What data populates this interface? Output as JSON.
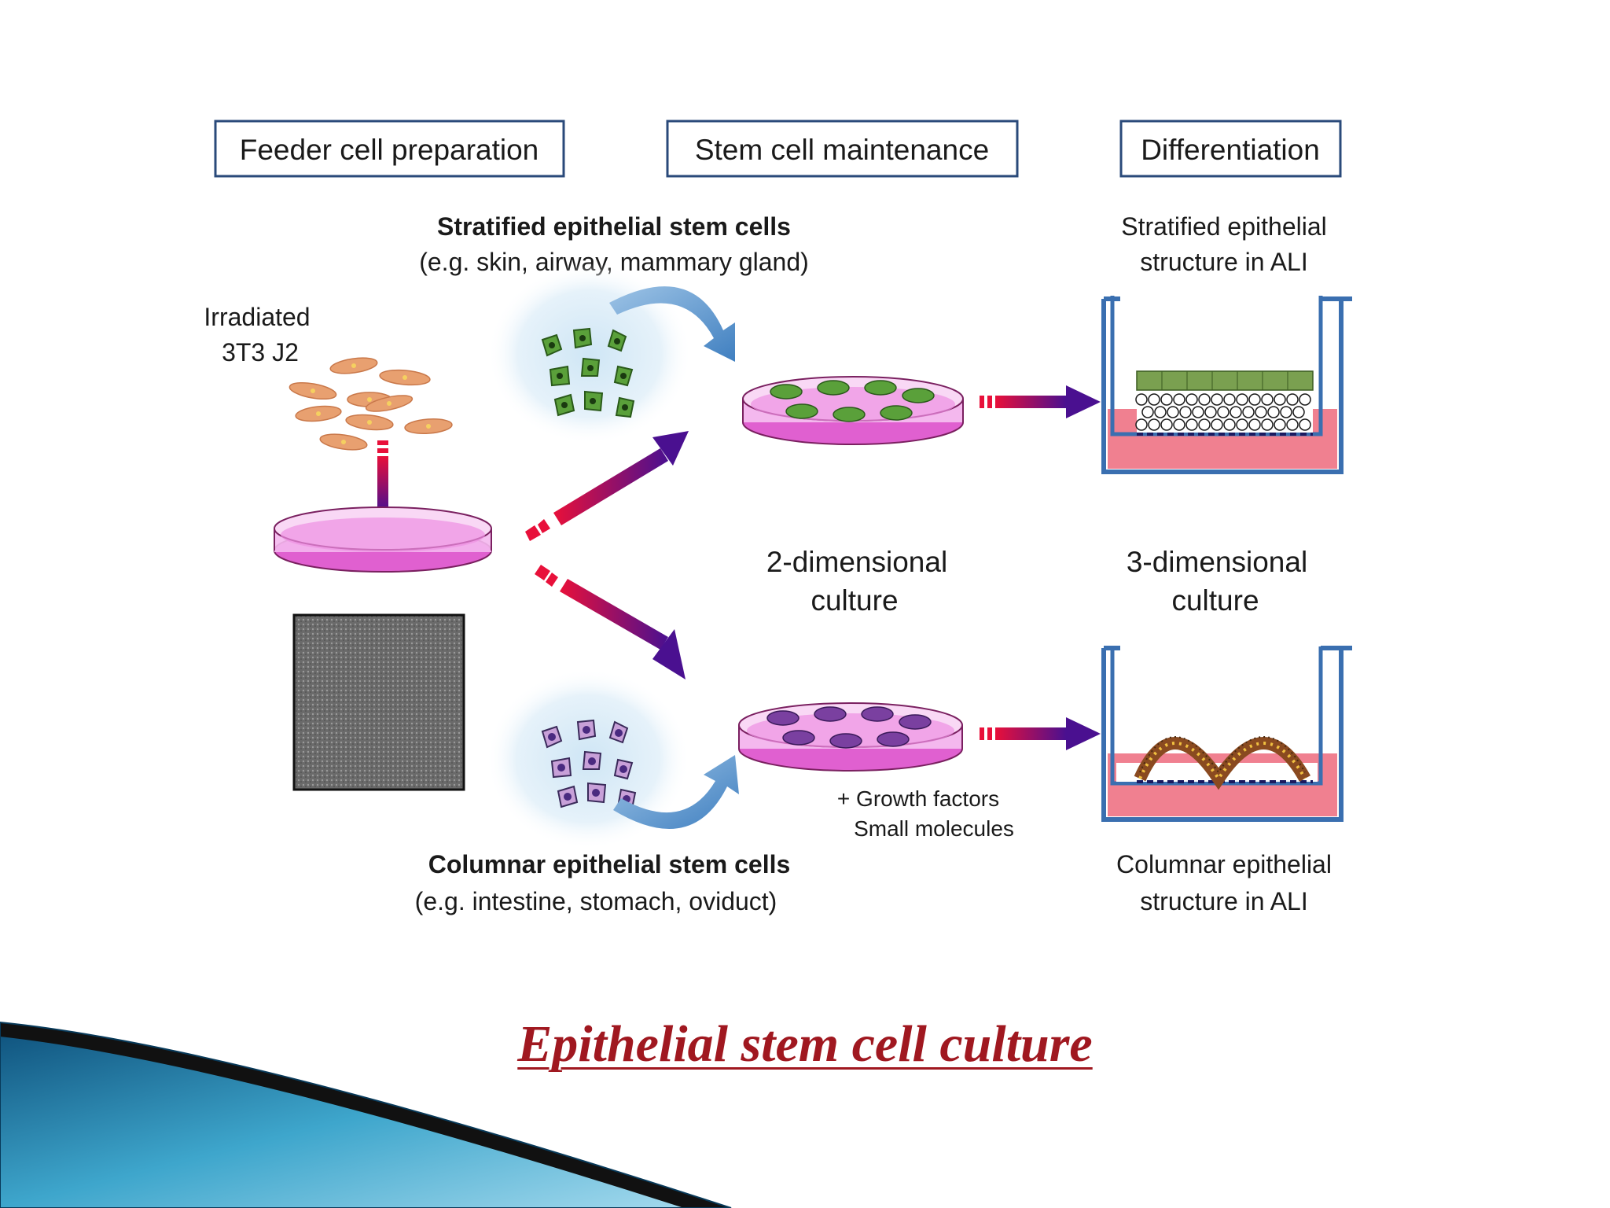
{
  "headers": {
    "feeder": "Feeder cell preparation",
    "maintenance": "Stem cell maintenance",
    "differentiation": "Differentiation"
  },
  "feeder": {
    "label_line1": "Irradiated",
    "label_line2": "3T3 J2"
  },
  "stratified": {
    "title": "Stratified epithelial stem cells",
    "examples": "(e.g. skin, airway, mammary gland)",
    "result_line1": "Stratified epithelial",
    "result_line2": "structure in ALI"
  },
  "columnar": {
    "title": "Columnar epithelial stem cells",
    "examples": "(e.g. intestine, stomach, oviduct)",
    "result_line1": "Columnar epithelial",
    "result_line2": "structure in ALI"
  },
  "culture": {
    "two_d_line1": "2-dimensional",
    "two_d_line2": "culture",
    "three_d_line1": "3-dimensional",
    "three_d_line2": "culture",
    "additives_line1": "+ Growth factors",
    "additives_line2": "Small molecules"
  },
  "slide_title": "Epithelial stem cell culture",
  "colors": {
    "title": "#a01820",
    "header_border": "#2a4a7a",
    "dish": "#e060d0",
    "arrow_start": "#e8103a",
    "arrow_end": "#4a1090",
    "green_cell": "#5aa03a",
    "purple_cell": "#7a40a0",
    "feeder_cell": "#e8a070",
    "transwell": "#3a6fb0",
    "medium": "#f08090"
  }
}
